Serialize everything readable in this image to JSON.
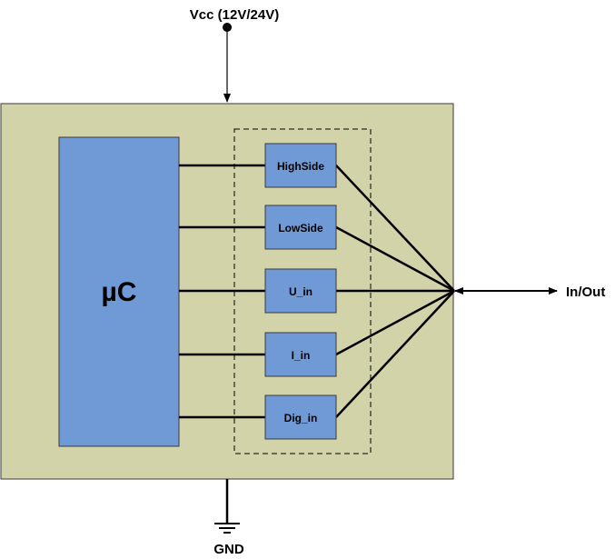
{
  "supply": {
    "label": "Vcc (12V/24V)"
  },
  "ground": {
    "label": "GND"
  },
  "controller": {
    "label": "µC"
  },
  "output": {
    "label": "In/Out"
  },
  "channels": [
    {
      "label": "HighSide"
    },
    {
      "label": "LowSide"
    },
    {
      "label": "U_in"
    },
    {
      "label": "I_in"
    },
    {
      "label": "Dig_in"
    }
  ],
  "colors": {
    "board": "#d2d3a9",
    "block": "#6f9ad6",
    "line": "#000000"
  }
}
